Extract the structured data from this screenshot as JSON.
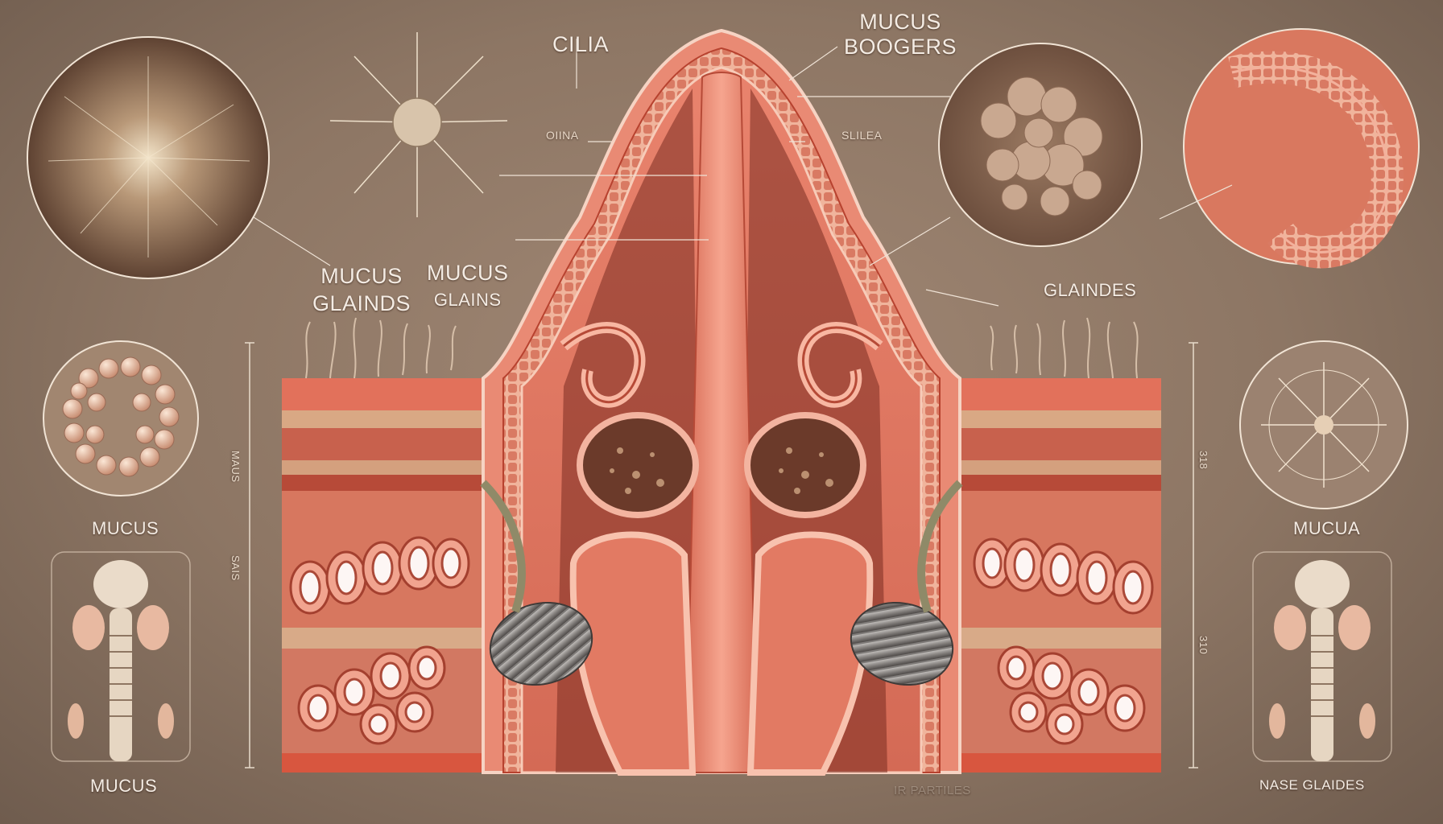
{
  "labels": {
    "cilia": "CILIA",
    "mucus_boogers_line1": "MUCUS",
    "mucus_boogers_line2": "BOOGERS",
    "oiina": "OIINA",
    "slilea": "SLILEA",
    "mucus_glainds_line1": "MUCUS",
    "mucus_glainds_line2": "GLAINDS",
    "mucus_glains_line1": "MUCUS",
    "mucus_glains_line2": "GLAINS",
    "glaindes": "GLAINDES",
    "mucus_left_mid": "MUCUS",
    "mucua_right_mid": "MUCUA",
    "mucus_bottom_left": "MUCUS",
    "nase_glaides": "NASE GLAIDES",
    "ir_particles": "IR PARTILES"
  },
  "side_marks": {
    "left_top": "MAUS",
    "left_bottom": "SAIS",
    "right_top": "318",
    "right_bottom": "310"
  },
  "colors": {
    "background": "#8f7866",
    "tissue": "#e98f79",
    "tissue_dark": "#c9553f",
    "label": "#f4ece4"
  },
  "insets": [
    {
      "name": "cilia-particle-burst",
      "icon": "starburst"
    },
    {
      "name": "mucus-cell-cluster",
      "icon": "bead-ring"
    },
    {
      "name": "skull-spine-figure-left",
      "icon": "skeleton"
    },
    {
      "name": "booger-clump-closeup",
      "icon": "clump"
    },
    {
      "name": "tissue-fold-closeup",
      "icon": "fold"
    },
    {
      "name": "radial-fiber-cell",
      "icon": "radial"
    },
    {
      "name": "skull-spine-figure-right",
      "icon": "skeleton"
    }
  ]
}
